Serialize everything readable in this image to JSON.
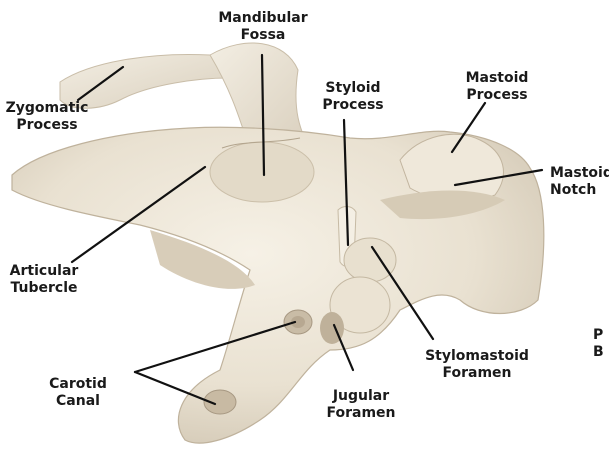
{
  "labels": {
    "mandibular_fossa": [
      "Mandibular",
      "Fossa"
    ],
    "zygomatic_process": [
      "Zygomatic",
      "Process"
    ],
    "styloid_process": [
      "Styloid",
      "Process"
    ],
    "mastoid_process": [
      "Mastoid",
      "Process"
    ],
    "mastoid_notch": [
      "Mastoid",
      "Notch"
    ],
    "articular_tubercle": [
      "Articular",
      "Tubercle"
    ],
    "stylomastoid_foramen": [
      "Stylomastoid",
      "Foramen"
    ],
    "carotid_canal": [
      "Carotid",
      "Canal"
    ],
    "jugular_foramen": [
      "Jugular",
      "Foramen"
    ],
    "partial_label": [
      "P",
      "B"
    ]
  },
  "colors": {
    "bone": "#ede6d8",
    "bone_shadow": "#cfc4b0",
    "bone_dark": "#a89a84",
    "leader": "#111111",
    "text": "#1a1a1a"
  }
}
